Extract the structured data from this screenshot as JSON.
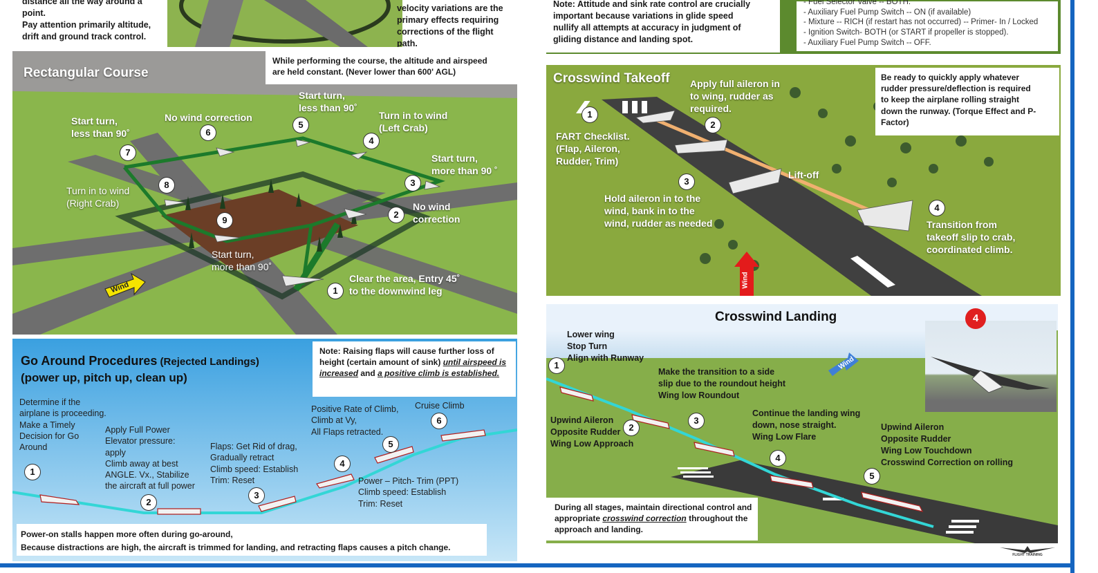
{
  "top_left": {
    "lines": [
      "distance all the way around a",
      "point.",
      "Pay attention primarily altitude,",
      "drift and ground track control."
    ],
    "right_lines": [
      "velocity variations are the",
      "primary effects requiring",
      "corrections of the flight",
      "path."
    ]
  },
  "top_right": {
    "note_lines": [
      "Note: Attitude and sink rate control are crucially",
      "important because variations in glide speed",
      "nullify all attempts at accuracy in judgment of",
      "gliding distance and landing spot."
    ],
    "checklist": [
      "- Fuel Selector Valve -- BOTH.",
      "- Auxiliary Fuel Pump Switch -- ON (if available)",
      "- Mixture -- RICH (if restart has not occurred) -- Primer- In / Locked",
      "- Ignition Switch- BOTH (or START if propeller is stopped).",
      "- Auxiliary Fuel Pump Switch -- OFF."
    ]
  },
  "rect_course": {
    "title": "Rectangular Course",
    "note_lines": [
      "While performing the course, the altitude and airspeed",
      "are held constant. (Never lower than 600' AGL)"
    ],
    "labels": {
      "start_turn_less_7": [
        "Start turn,",
        "less than 90˚"
      ],
      "no_wind_6": "No wind correction",
      "start_turn_less_5": [
        "Start turn,",
        "less than 90˚"
      ],
      "turn_in_left": [
        "Turn in to wind",
        "(Left Crab)"
      ],
      "start_turn_more_3": [
        "Start turn,",
        "more than 90 ˚"
      ],
      "turn_in_right": [
        "Turn in to wind",
        "(Right Crab)"
      ],
      "no_wind_2": [
        "No wind",
        "correction"
      ],
      "start_turn_more_9": [
        "Start turn,",
        "more than 90˚"
      ],
      "clear_area": [
        "Clear the area, Entry 45˚",
        "to the downwind leg"
      ],
      "wind": "Wind"
    },
    "numbers": [
      "1",
      "2",
      "3",
      "4",
      "5",
      "6",
      "7",
      "8",
      "9"
    ]
  },
  "crosswind_takeoff": {
    "title": "Crosswind Takeoff",
    "note_lines": [
      "Be ready to quickly apply whatever",
      "rudder pressure/deflection is required",
      "to keep the airplane rolling straight",
      "down the runway. (Torque Effect and P-",
      "Factor)"
    ],
    "labels": {
      "apply_aileron": [
        "Apply full aileron in",
        "to wing, rudder as",
        "required."
      ],
      "fart": [
        "FART Checklist.",
        "(Flap, Aileron,",
        "Rudder, Trim)"
      ],
      "lift_off": "Lift-off",
      "hold_aileron": [
        "Hold aileron in to the",
        "wind, bank in to the",
        "wind, rudder as needed"
      ],
      "transition": [
        "Transition from",
        "takeoff slip to crab,",
        "coordinated climb."
      ],
      "wind": "Wind"
    },
    "numbers": [
      "1",
      "2",
      "3",
      "4"
    ]
  },
  "go_around": {
    "title": "Go Around Procedures",
    "title_suffix": " (Rejected Landings)",
    "subtitle": "(power up, pitch up, clean up)",
    "note_prefix": "Note: Raising flaps will cause further loss of height (certain amount of sink) ",
    "note_u1": "until airspeed is increased",
    "note_and": " and ",
    "note_u2": "a positive climb is established.",
    "labels": {
      "determine": [
        "Determine if the",
        "airplane is proceeding.",
        "Make a Timely",
        "Decision for Go",
        "Around"
      ],
      "apply_power": [
        "Apply Full Power",
        "Elevator pressure:",
        "apply",
        "Climb away at best",
        "ANGLE. Vx., Stabilize",
        "the aircraft at full power"
      ],
      "flaps": [
        "Flaps: Get Rid of drag,",
        "Gradually retract",
        "Climb speed: Establish",
        "Trim: Reset"
      ],
      "positive_rate": [
        "Positive Rate of Climb,",
        "Climb at Vy,",
        "All Flaps retracted."
      ],
      "cruise": "Cruise Climb",
      "ppt": [
        "Power – Pitch- Trim (PPT)",
        "Climb speed: Establish",
        "Trim: Reset"
      ]
    },
    "footer_lines": [
      "Power-on stalls happen more often during go-around,",
      "Because distractions are high, the aircraft is trimmed for landing, and retracting flaps causes a pitch change."
    ],
    "numbers": [
      "1",
      "2",
      "3",
      "4",
      "5",
      "6"
    ]
  },
  "crosswind_landing": {
    "title": "Crosswind Landing",
    "badge": "4",
    "labels": {
      "lower_wing": [
        "Lower wing",
        "Stop Turn",
        "Align with Runway"
      ],
      "make_transition": [
        "Make the transition to a side",
        "slip due to the roundout height",
        "Wing low Roundout"
      ],
      "upwind_approach": [
        "Upwind Aileron",
        "Opposite Rudder",
        "Wing Low Approach"
      ],
      "continue": [
        "Continue the landing wing",
        "down, nose straight.",
        "Wing Low Flare"
      ],
      "upwind_touchdown": [
        "Upwind Aileron",
        "Opposite Rudder",
        "Wing Low Touchdown",
        "Crosswind Correction on rolling"
      ],
      "wind": "Wind"
    },
    "footer_prefix": "During all stages, maintain directional control and appropriate ",
    "footer_u": "crosswind correction",
    "footer_suffix": " throughout the approach and landing.",
    "numbers": [
      "1",
      "2",
      "3",
      "4",
      "5"
    ]
  },
  "logo_text": "FLIGHT TRAINING"
}
